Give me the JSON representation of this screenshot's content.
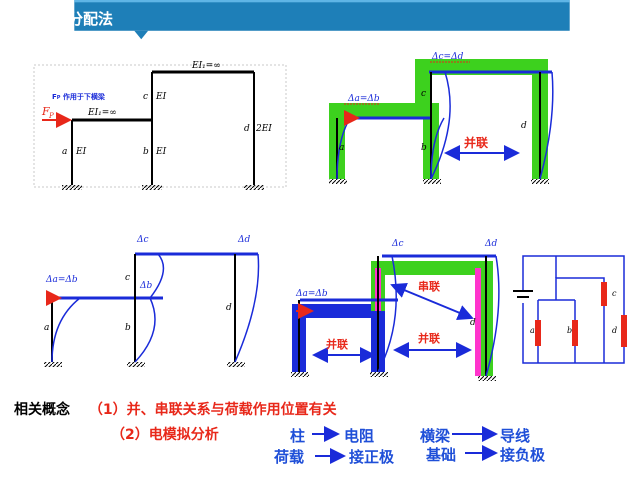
{
  "header": {
    "title": "剪力分配法",
    "bar_color": "#1e7fb8"
  },
  "fig1": {
    "ei_top": "EI₁=∞",
    "ei_beam": "EI₁=∞",
    "load_note": "作用于下横梁",
    "load": "F",
    "load_sub": "P",
    "col_a": "a",
    "col_a_ei": "EI",
    "col_b": "b",
    "col_b_ei": "EI",
    "col_c": "c",
    "col_c_ei": "EI",
    "col_d": "d",
    "col_d_ei": "2EI"
  },
  "fig2": {
    "top_disp": "Δc=Δd",
    "low_disp": "Δa=Δb",
    "parallel": "并联",
    "col_a": "a",
    "col_b": "b",
    "col_c": "c",
    "col_d": "d"
  },
  "fig3": {
    "disp_c": "Δc",
    "disp_d": "Δd",
    "disp_b": "Δb",
    "low_disp": "Δa=Δb",
    "col_a": "a",
    "col_b": "b",
    "col_c": "c",
    "col_d": "d"
  },
  "fig4": {
    "top_disp": "Δc",
    "top_disp2": "Δd",
    "low_disp": "Δa=Δb",
    "series": "串联",
    "parallel_left": "并联",
    "parallel_right": "并联",
    "col_d": "d"
  },
  "circuit": {
    "res_a": "a",
    "res_b": "b",
    "res_c": "c",
    "res_d": "d"
  },
  "concepts": {
    "heading": "相关概念",
    "item1": "（1）并、串联关系与荷载作用位置有关",
    "item2": "（2）电模拟分析"
  },
  "analogy": {
    "col": "柱",
    "col_to": "电阻",
    "beam": "横梁",
    "beam_to": "导线",
    "load": "荷载",
    "load_to": "接正极",
    "base": "基础",
    "base_to": "接负极"
  },
  "colors": {
    "green": "#3dd11e",
    "blue": "#1a2bd9",
    "red": "#e8281a",
    "magenta": "#ff33cc"
  }
}
